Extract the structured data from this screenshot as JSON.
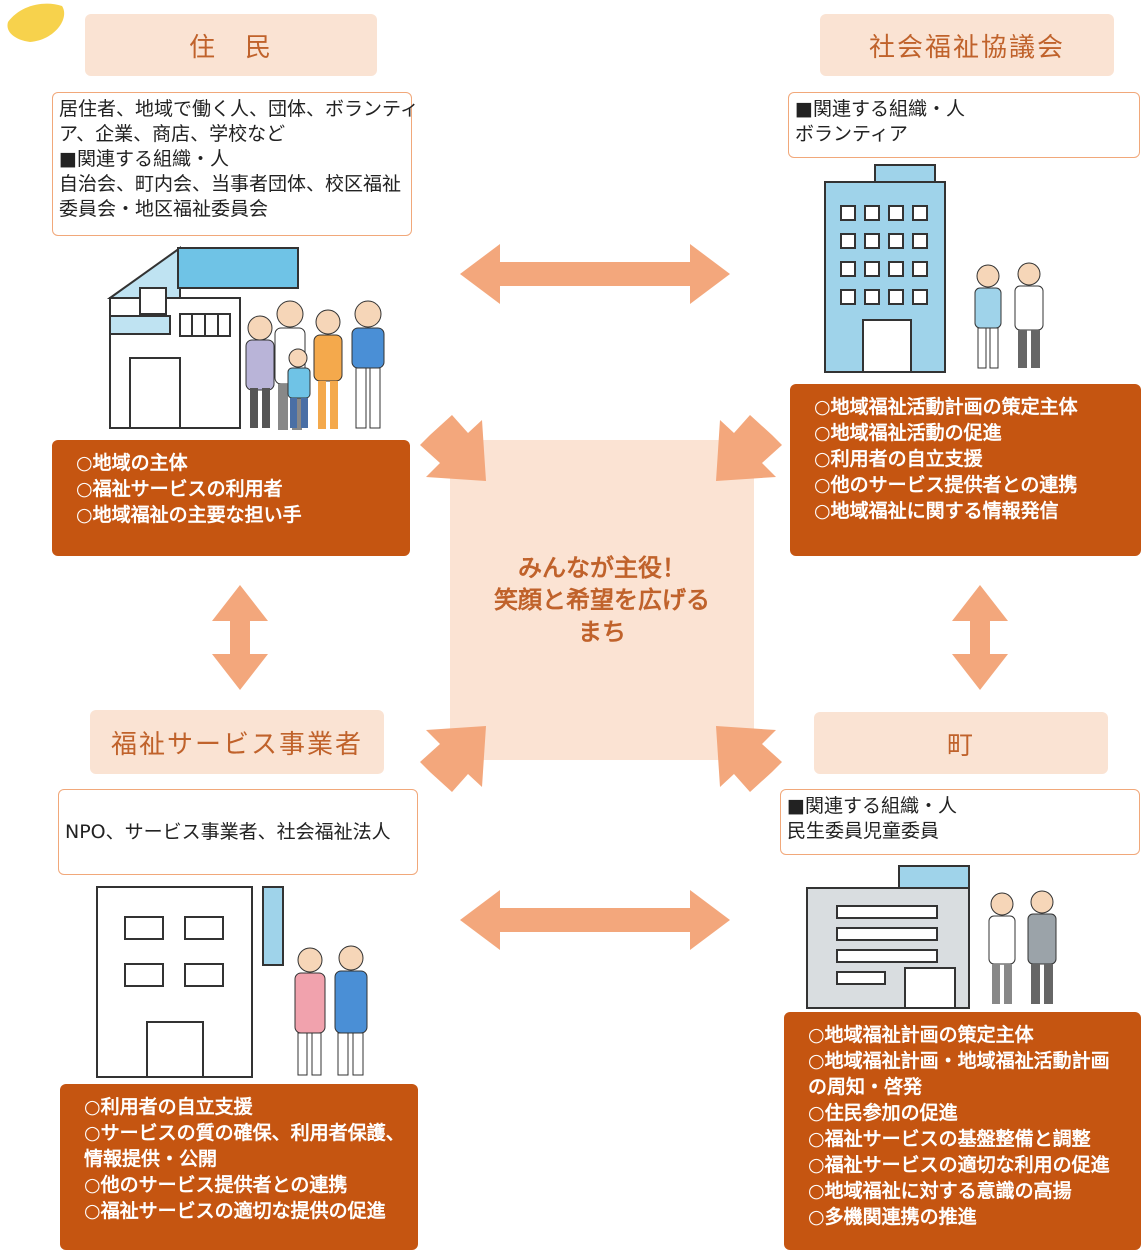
{
  "center": {
    "lines": [
      "みんなが主役！",
      "笑顔と希望を広げる",
      "まち"
    ]
  },
  "residents": {
    "title": "住　民",
    "info": [
      "居住者、地域で働く人、団体、ボランティ",
      "ア、企業、商店、学校など",
      "■関連する組織・人",
      "自治会、町内会、当事者団体、校区福祉",
      "委員会・地区福祉委員会"
    ],
    "roles": [
      "○地域の主体",
      "○福祉サービスの利用者",
      "○地域福祉の主要な担い手"
    ]
  },
  "council": {
    "title": "社会福祉協議会",
    "info": [
      "■関連する組織・人",
      "ボランティア"
    ],
    "roles": [
      "○地域福祉活動計画の策定主体",
      "○地域福祉活動の促進",
      "○利用者の自立支援",
      "○他のサービス提供者との連携",
      "○地域福祉に関する情報発信"
    ]
  },
  "providers": {
    "title": "福祉サービス事業者",
    "info": [
      "NPO、サービス事業者、社会福祉法人"
    ],
    "roles": [
      "○利用者の自立支援",
      "○サービスの質の確保、利用者保護、",
      "情報提供・公開",
      "○他のサービス提供者との連携",
      "○福祉サービスの適切な提供の促進"
    ]
  },
  "town": {
    "title": "町",
    "info": [
      "■関連する組織・人",
      "民生委員児童委員"
    ],
    "roles": [
      "○地域福祉計画の策定主体",
      "○地域福祉計画・地域福祉活動計画",
      "の周知・啓発",
      "○住民参加の促進",
      "○福祉サービスの基盤整備と調整",
      "○福祉サービスの適切な利用の促進",
      "○地域福祉に対する意識の高揚",
      "○多機関連携の推進"
    ]
  },
  "colors": {
    "accent": "#c55511",
    "title_bg": "#fae3d3",
    "arrow": "#f3a77c",
    "border": "#f1a87a"
  }
}
